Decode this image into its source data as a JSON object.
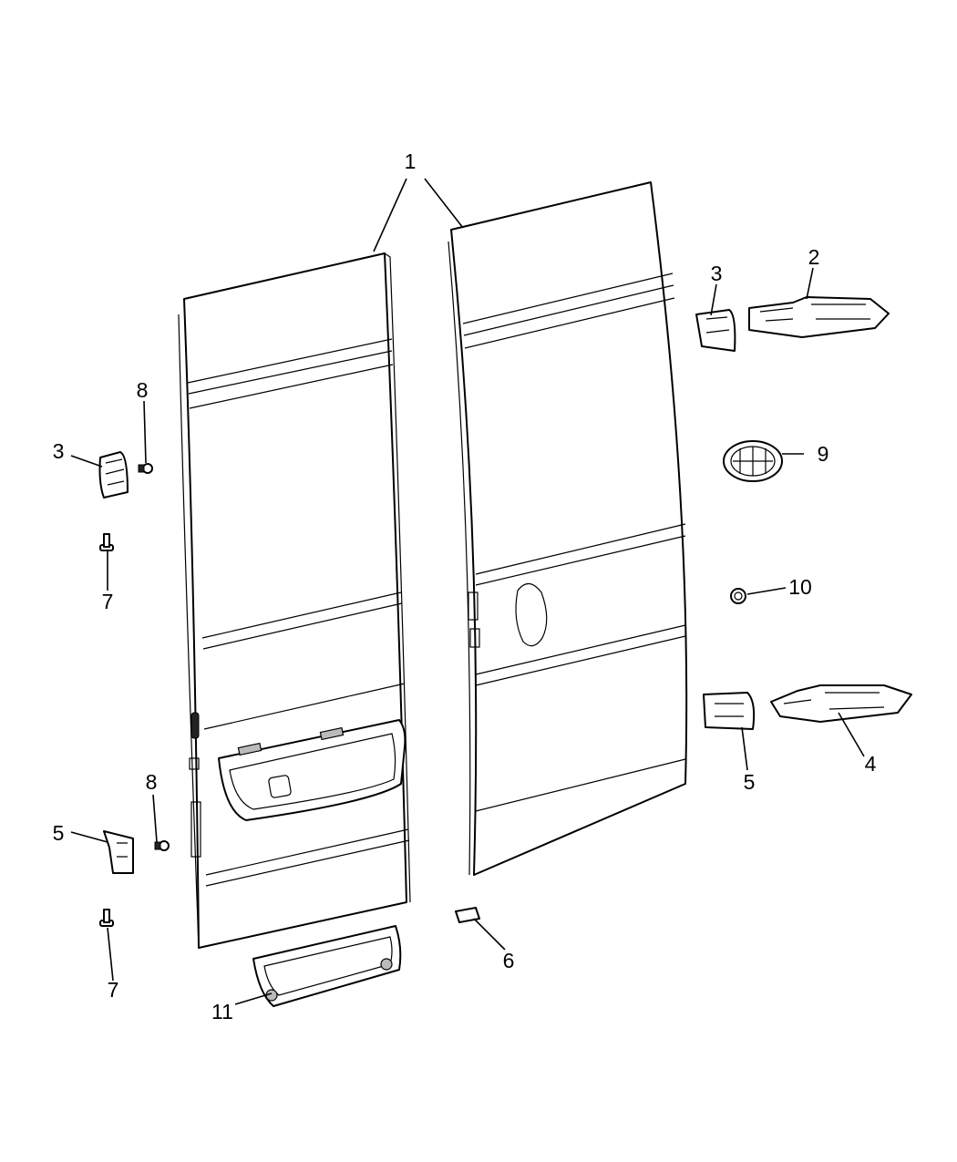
{
  "diagram": {
    "callouts": [
      {
        "id": "c1",
        "label": "1"
      },
      {
        "id": "c2",
        "label": "2"
      },
      {
        "id": "c3a",
        "label": "3"
      },
      {
        "id": "c3b",
        "label": "3"
      },
      {
        "id": "c4",
        "label": "4"
      },
      {
        "id": "c5a",
        "label": "5"
      },
      {
        "id": "c5b",
        "label": "5"
      },
      {
        "id": "c6",
        "label": "6"
      },
      {
        "id": "c7a",
        "label": "7"
      },
      {
        "id": "c7b",
        "label": "7"
      },
      {
        "id": "c8a",
        "label": "8"
      },
      {
        "id": "c8b",
        "label": "8"
      },
      {
        "id": "c9",
        "label": "9"
      },
      {
        "id": "c10",
        "label": "10"
      },
      {
        "id": "c11",
        "label": "11"
      }
    ]
  }
}
